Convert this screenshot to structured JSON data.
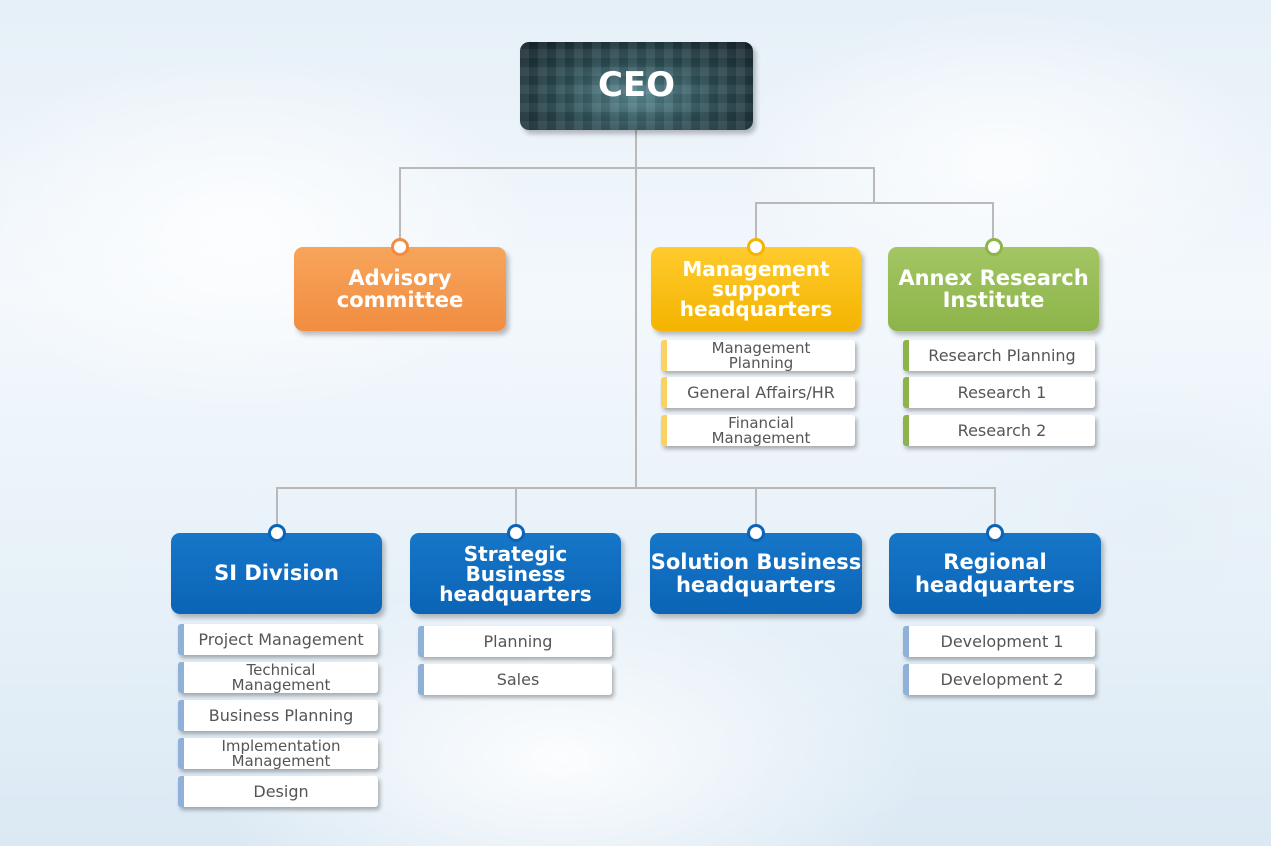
{
  "ceo": {
    "label": "CEO"
  },
  "advisory": {
    "line1": "Advisory",
    "line2": "committee"
  },
  "management_support": {
    "line1": "Management",
    "line2": "support",
    "line3": "headquarters",
    "items": [
      {
        "line1": "Management",
        "line2": "Planning"
      },
      {
        "line1": "General Affairs/HR"
      },
      {
        "line1": "Financial",
        "line2": "Management"
      }
    ]
  },
  "annex_research": {
    "line1": "Annex Research",
    "line2": "Institute",
    "items": [
      "Research Planning",
      "Research 1",
      "Research 2"
    ]
  },
  "si_division": {
    "line1": "SI Division",
    "items": [
      {
        "line1": "Project Management"
      },
      {
        "line1": "Technical",
        "line2": "Management"
      },
      {
        "line1": "Business Planning"
      },
      {
        "line1": "Implementation",
        "line2": "Management"
      },
      {
        "line1": "Design"
      }
    ]
  },
  "strategic_business": {
    "line1": "Strategic",
    "line2": "Business",
    "line3": "headquarters",
    "items": [
      "Planning",
      "Sales"
    ]
  },
  "solution_business": {
    "line1": "Solution Business",
    "line2": "headquarters"
  },
  "regional": {
    "line1": "Regional",
    "line2": "headquarters",
    "items": [
      "Development 1",
      "Development 2"
    ]
  },
  "colors": {
    "orange": "#f18d40",
    "yellow": "#f4b400",
    "green": "#8db44a",
    "blue": "#0b64b6",
    "connector": "#b9b9b9"
  }
}
